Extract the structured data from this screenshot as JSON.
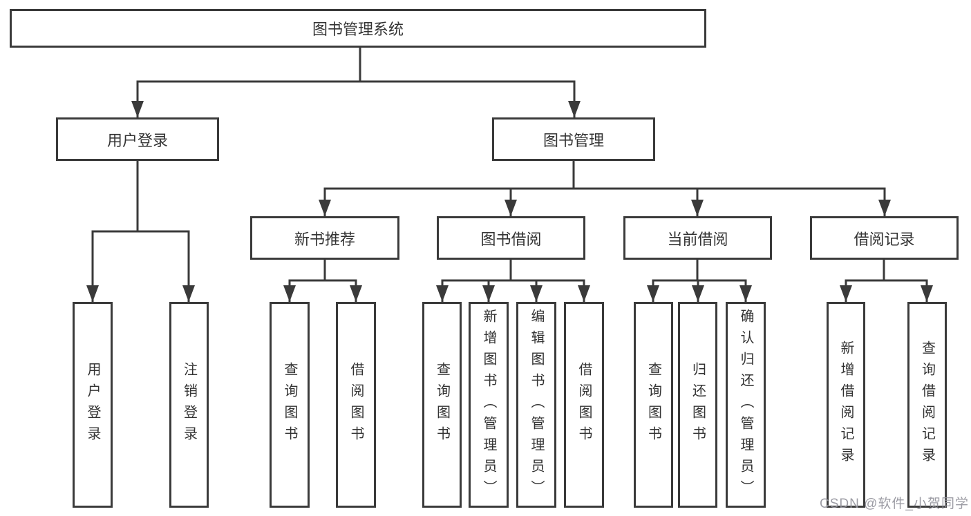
{
  "diagram": {
    "title": "图书管理系统",
    "colors": {
      "line": "#3a3a3a",
      "text": "#333333",
      "watermark": "#94949c"
    },
    "nodes": {
      "root": {
        "label": "图书管理系统"
      },
      "user_login": {
        "label": "用户登录"
      },
      "book_management": {
        "label": "图书管理"
      },
      "new_book_recommend": {
        "label": "新书推荐"
      },
      "book_borrowing": {
        "label": "图书借阅"
      },
      "current_borrowing": {
        "label": "当前借阅"
      },
      "borrowing_records": {
        "label": "借阅记录"
      },
      "leaf_user_login": {
        "label": "用户登录"
      },
      "leaf_logout": {
        "label": "注销登录"
      },
      "leaf_nb_search": {
        "label": "查询图书"
      },
      "leaf_nb_borrow": {
        "label": "借阅图书"
      },
      "leaf_bb_search": {
        "label": "查询图书"
      },
      "leaf_bb_add": {
        "label": "新增图书（管理员）"
      },
      "leaf_bb_edit": {
        "label": "编辑图书（管理员）"
      },
      "leaf_bb_borrow": {
        "label": "借阅图书"
      },
      "leaf_cb_search": {
        "label": "查询图书"
      },
      "leaf_cb_return": {
        "label": "归还图书"
      },
      "leaf_cb_confirm": {
        "label": "确认归还（管理员）"
      },
      "leaf_br_add": {
        "label": "新增借阅记录"
      },
      "leaf_br_search": {
        "label": "查询借阅记录"
      }
    }
  },
  "watermark": "CSDN @软件_小贺同学"
}
